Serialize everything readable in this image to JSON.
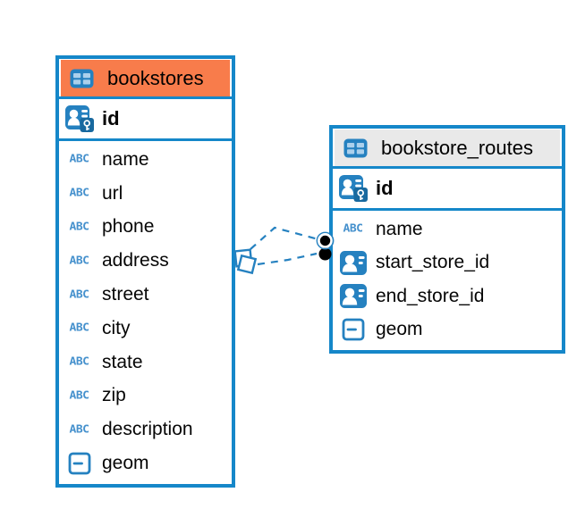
{
  "tables": [
    {
      "name": "bookstores",
      "columns": [
        {
          "name": "id",
          "icon": "primary-key"
        },
        {
          "name": "name",
          "icon": "text"
        },
        {
          "name": "url",
          "icon": "text"
        },
        {
          "name": "phone",
          "icon": "text"
        },
        {
          "name": "address",
          "icon": "text"
        },
        {
          "name": "street",
          "icon": "text"
        },
        {
          "name": "city",
          "icon": "text"
        },
        {
          "name": "state",
          "icon": "text"
        },
        {
          "name": "zip",
          "icon": "text"
        },
        {
          "name": "description",
          "icon": "text"
        },
        {
          "name": "geom",
          "icon": "geometry"
        }
      ]
    },
    {
      "name": "bookstore_routes",
      "columns": [
        {
          "name": "id",
          "icon": "primary-key"
        },
        {
          "name": "name",
          "icon": "text"
        },
        {
          "name": "start_store_id",
          "icon": "foreign-key"
        },
        {
          "name": "end_store_id",
          "icon": "foreign-key"
        },
        {
          "name": "geom",
          "icon": "geometry"
        }
      ]
    }
  ],
  "relationship": {
    "from": "bookstores",
    "to": "bookstore_routes",
    "line_style": "dashed"
  },
  "icon_labels": {
    "text": "ABC"
  },
  "colors": {
    "canvas_bg": "#ffffff",
    "table_border": "#1587c9",
    "bookstores_header": "#f87c4b",
    "routes_header": "#e9e9e9",
    "icon_blue": "#2581c0",
    "icon_blue_dark": "#18699f",
    "abc_text": "#4691cd",
    "text": "#000000",
    "connector": "#2581c0",
    "endpoint": "#000000"
  }
}
